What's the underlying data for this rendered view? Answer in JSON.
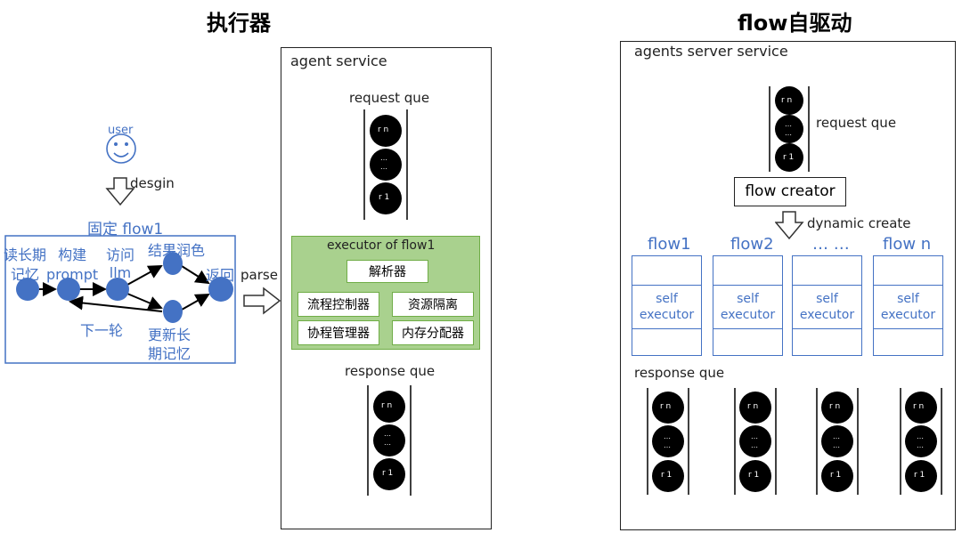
{
  "left": {
    "title": "执行器",
    "user_label": "user",
    "design_label": "desgin",
    "fixed_flow_label": "固定 flow1",
    "nodes": {
      "read_memory": "读长期\n记忆",
      "build_prompt": "构建\nprompt",
      "visit_llm": "访问\nllm",
      "polish_result": "结果润色",
      "return": "返回",
      "update_memory": "更新长\n期记忆"
    },
    "next_round": "下一轮",
    "parse_label": "parse"
  },
  "agent_service": {
    "label": "agent service",
    "request_que_label": "request que",
    "request_items": [
      "r n",
      "…\n…",
      "r 1"
    ],
    "executor": {
      "title": "executor of flow1",
      "parser": "解析器",
      "flow_controller": "流程控制器",
      "resource_isolation": "资源隔离",
      "coordination_manager": "协程管理器",
      "memory_allocator": "内存分配器"
    },
    "response_que_label": "response que",
    "response_items": [
      "r n",
      "…\n…",
      "r 1"
    ]
  },
  "right": {
    "title": "flow自驱动",
    "service_label": "agents server service",
    "request_que_label": "request que",
    "request_items": [
      "r n",
      "…\n…",
      "r 1"
    ],
    "flow_creator": "flow creator",
    "dynamic_create": "dynamic create",
    "flows": [
      {
        "name": "flow1",
        "executor": "self\nexecutor"
      },
      {
        "name": "flow2",
        "executor": "self\nexecutor"
      },
      {
        "name": "… …",
        "executor": "self\nexecutor"
      },
      {
        "name": "flow n",
        "executor": "self\nexecutor"
      }
    ],
    "response_que_label": "response que",
    "response_items": [
      "r n",
      "…\n…",
      "r 1"
    ]
  },
  "colors": {
    "node_blue": "#4472C4",
    "executor_green_bg": "#A9D18E",
    "executor_green_border": "#70AD47",
    "flow_blue_border": "#4472C4",
    "queue_circle": "#000000"
  }
}
